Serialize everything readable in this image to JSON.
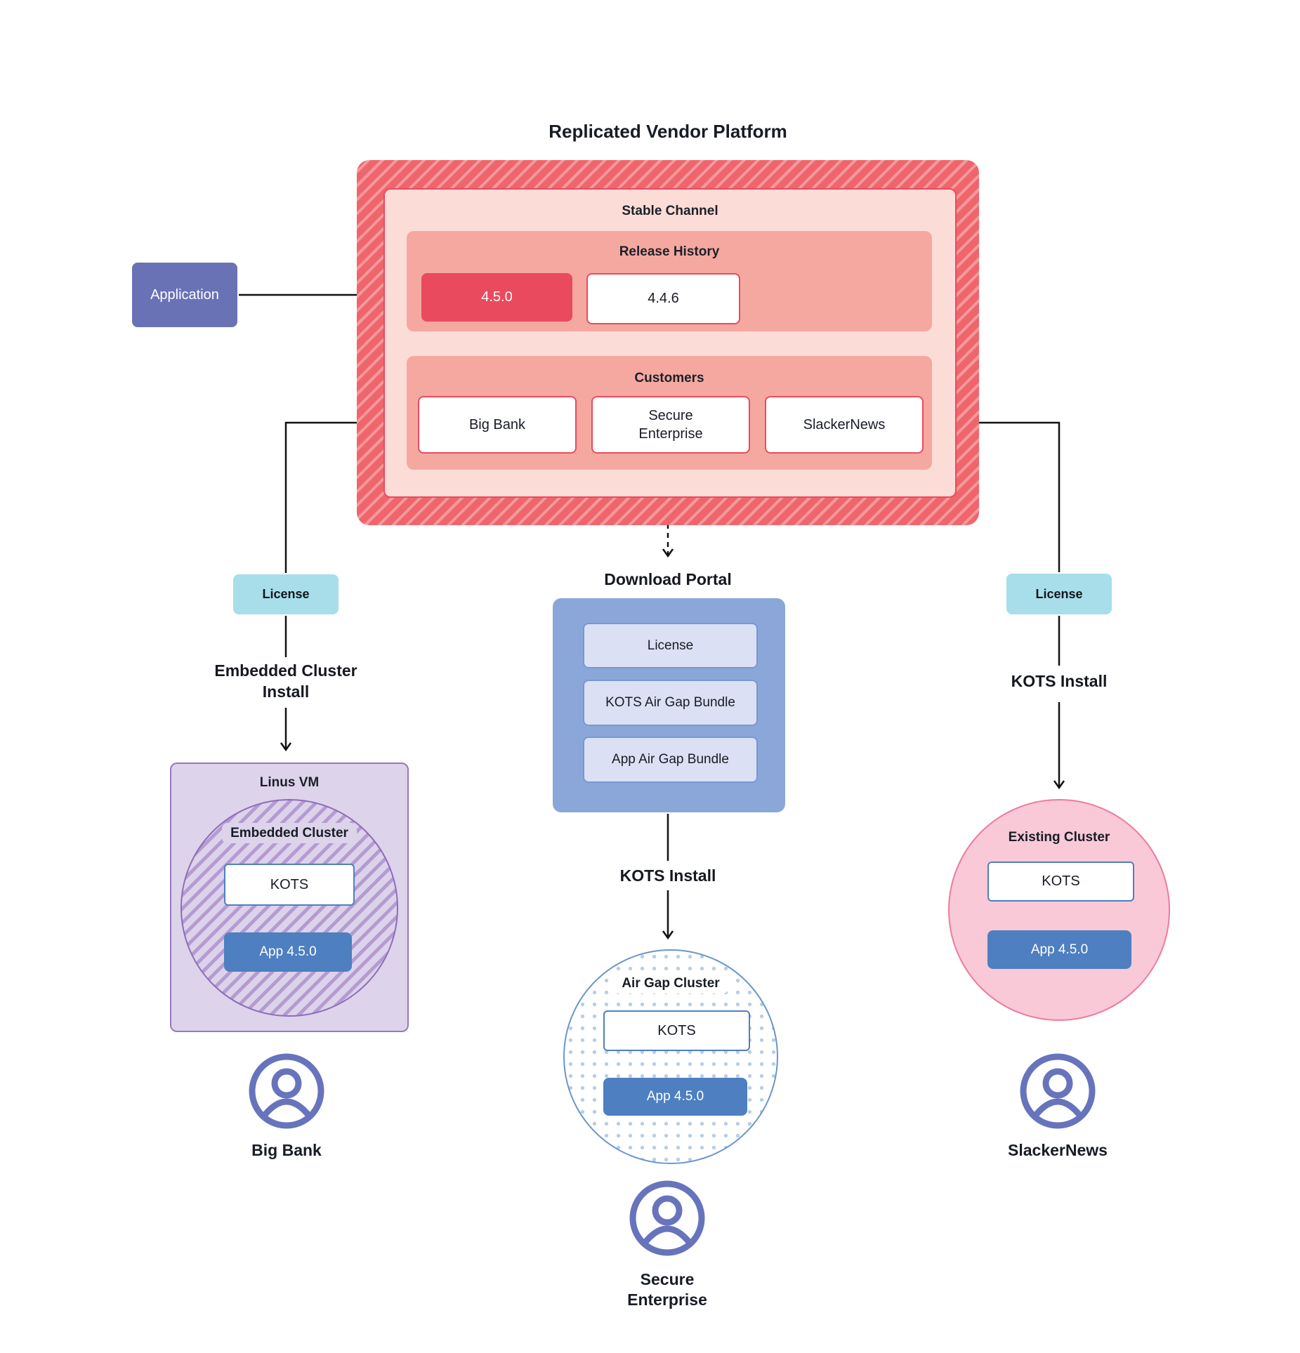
{
  "title": "Replicated Vendor Platform",
  "application": {
    "label": "Application"
  },
  "platform": {
    "stable_channel_label": "Stable Channel",
    "release_history": {
      "label": "Release History",
      "current_release": "4.5.0",
      "previous_release": "4.4.6"
    },
    "customers": {
      "label": "Customers",
      "items": [
        {
          "name": "Big Bank"
        },
        {
          "name": "Secure Enterprise"
        },
        {
          "name": "SlackerNews"
        }
      ]
    }
  },
  "left_flow": {
    "license_label": "License",
    "install_label": "Embedded Cluster Install",
    "vm_label": "Linus VM",
    "cluster_label": "Embedded Cluster",
    "kots_label": "KOTS",
    "app_label": "App 4.5.0",
    "customer_name": "Big Bank"
  },
  "middle_flow": {
    "portal_title": "Download Portal",
    "portal_items": [
      {
        "label": "License"
      },
      {
        "label": "KOTS Air Gap Bundle"
      },
      {
        "label": "App Air Gap Bundle"
      }
    ],
    "install_label": "KOTS Install",
    "cluster_label": "Air Gap Cluster",
    "kots_label": "KOTS",
    "app_label": "App 4.5.0",
    "customer_name": "Secure Enterprise"
  },
  "right_flow": {
    "license_label": "License",
    "install_label": "KOTS Install",
    "cluster_label": "Existing Cluster",
    "kots_label": "KOTS",
    "app_label": "App 4.5.0",
    "customer_name": "SlackerNews"
  },
  "colors": {
    "platform_red": "#ee666c",
    "platform_stripe": "#f5989c",
    "stable_channel_bg": "#fcdcd7",
    "stable_channel_border": "#e94b5f",
    "section_bg": "#f5a8a0",
    "current_release_bg": "#ea4a5e",
    "application_bg": "#6a72b6",
    "license_bg": "#a7dee9",
    "portal_bg": "#8ba7d9",
    "portal_item_bg": "#dbe0f4",
    "portal_item_border": "#7b97cf",
    "vm_bg": "#ddd3eb",
    "vm_border": "#9678bf",
    "cluster_purple_stripe": "#b49bd1",
    "kots_border": "#4d7fc1",
    "app_version_bg": "#4d7fc1",
    "existing_cluster_bg": "#f9c9d7",
    "existing_cluster_border": "#ec7ba1",
    "airgap_border": "#6a96cc",
    "airgap_dot": "#b9cfe8",
    "person_icon": "#6774bc",
    "connector": "#111111"
  }
}
